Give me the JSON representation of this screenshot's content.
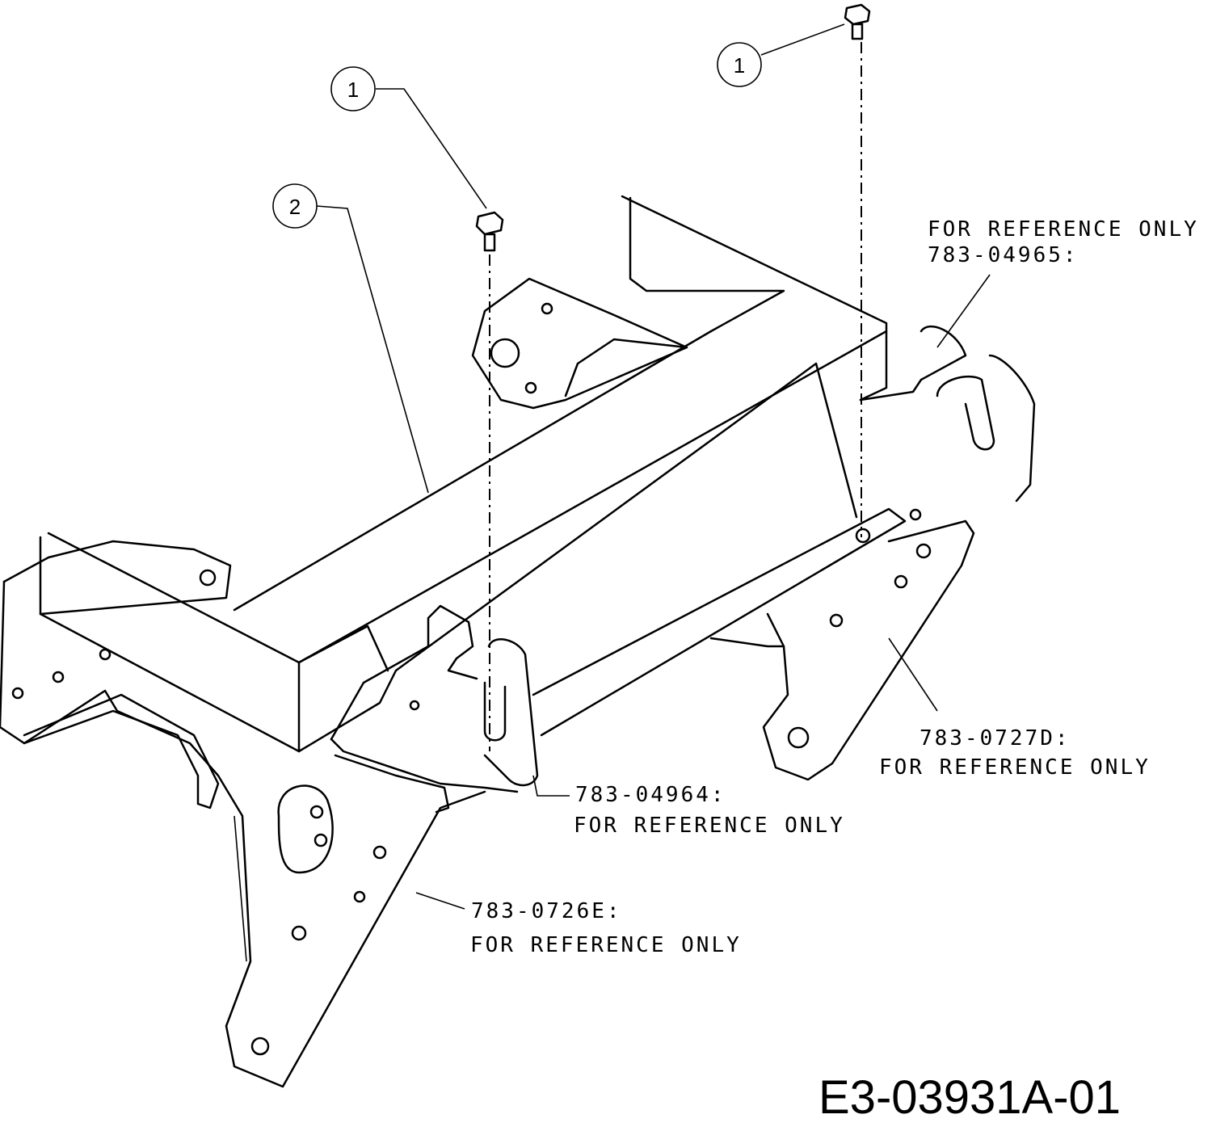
{
  "callouts": [
    {
      "number": "1"
    },
    {
      "number": "1"
    },
    {
      "number": "2"
    }
  ],
  "references": [
    {
      "part": "783-04965:",
      "note": "FOR REFERENCE ONLY"
    },
    {
      "part": "783-0727D:",
      "note": "FOR REFERENCE ONLY"
    },
    {
      "part": "783-04964:",
      "note": "FOR REFERENCE ONLY"
    },
    {
      "part": "783-0726E:",
      "note": "FOR REFERENCE ONLY"
    }
  ],
  "drawing_code": "E3-03931A-01"
}
